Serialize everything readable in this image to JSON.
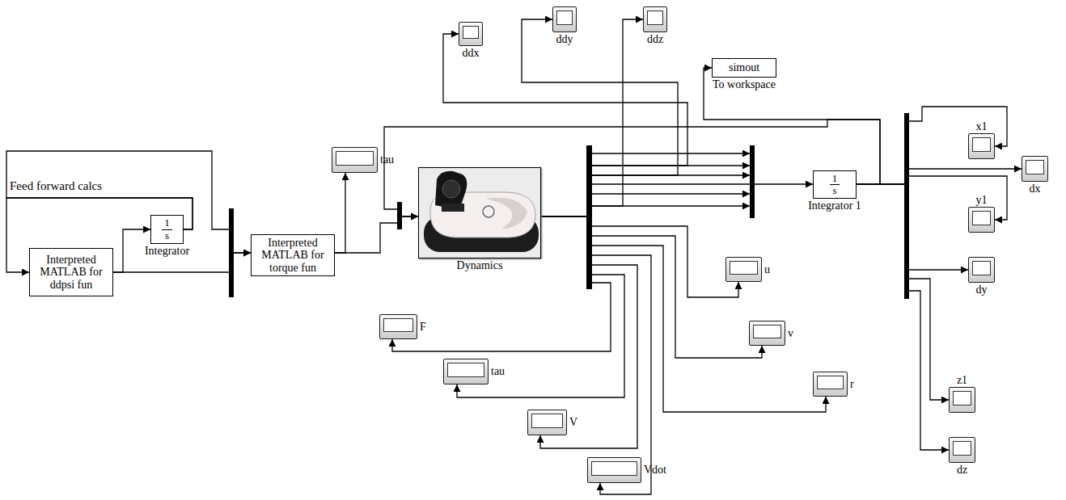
{
  "diagram": {
    "nodes": [
      {
        "text": [
          "Interpreted MATLAB for ddpsi fun"
        ]
      },
      {
        "text": [
          "1",
          "s",
          "Integrator"
        ]
      },
      {
        "text": [
          "Interpreted MATLAB for torque fun"
        ]
      },
      {
        "text": [
          "tau"
        ]
      },
      {
        "text": [
          "Dynamics"
        ]
      },
      {
        "text": [
          "ddx"
        ]
      },
      {
        "text": [
          "ddy"
        ]
      },
      {
        "text": [
          "ddz"
        ]
      },
      {
        "text": [
          "F"
        ]
      },
      {
        "text": [
          "tau"
        ]
      },
      {
        "text": [
          "V"
        ]
      },
      {
        "text": [
          "Vdot"
        ]
      },
      {
        "text": [
          "u"
        ]
      },
      {
        "text": [
          "v"
        ]
      },
      {
        "text": [
          "r"
        ]
      },
      {
        "text": [
          "simout",
          "To workspace"
        ]
      },
      {
        "text": [
          "1",
          "s",
          "Integrator 1"
        ]
      },
      {
        "text": [
          "x1"
        ]
      },
      {
        "text": [
          "dx"
        ]
      },
      {
        "text": [
          "y1"
        ]
      },
      {
        "text": [
          "dy"
        ]
      },
      {
        "text": [
          "z1"
        ]
      },
      {
        "text": [
          "dz"
        ]
      }
    ],
    "edges": [
      {
        "from": 0,
        "to": 1,
        "arrow": "to"
      },
      {
        "from": 1,
        "to": 0,
        "arrow": "to"
      },
      {
        "from": 0,
        "to": 2,
        "arrow": "to"
      },
      {
        "from": 1,
        "to": 2,
        "arrow": "to"
      },
      {
        "from": 2,
        "to": 3,
        "arrow": "to"
      },
      {
        "from": 2,
        "to": 4,
        "arrow": "to"
      },
      {
        "from": 16,
        "to": 4,
        "arrow": "to"
      },
      {
        "from": 4,
        "to": 5,
        "arrow": "to"
      },
      {
        "from": 4,
        "to": 6,
        "arrow": "to"
      },
      {
        "from": 4,
        "to": 7,
        "arrow": "to"
      },
      {
        "from": 4,
        "to": 8,
        "arrow": "to"
      },
      {
        "from": 4,
        "to": 9,
        "arrow": "to"
      },
      {
        "from": 4,
        "to": 10,
        "arrow": "to"
      },
      {
        "from": 4,
        "to": 11,
        "arrow": "to"
      },
      {
        "from": 4,
        "to": 12,
        "arrow": "to"
      },
      {
        "from": 4,
        "to": 13,
        "arrow": "to"
      },
      {
        "from": 4,
        "to": 14,
        "arrow": "to"
      },
      {
        "from": 4,
        "to": 16,
        "arrow": "to"
      },
      {
        "from": 16,
        "to": 15,
        "arrow": "to"
      },
      {
        "from": 16,
        "to": 17,
        "arrow": "to"
      },
      {
        "from": 16,
        "to": 18,
        "arrow": "to"
      },
      {
        "from": 16,
        "to": 19,
        "arrow": "to"
      },
      {
        "from": 16,
        "to": 20,
        "arrow": "to"
      },
      {
        "from": 16,
        "to": 21,
        "arrow": "to"
      },
      {
        "from": 16,
        "to": 22,
        "arrow": "to"
      }
    ],
    "labels": [
      "Feed forward calcs"
    ]
  }
}
